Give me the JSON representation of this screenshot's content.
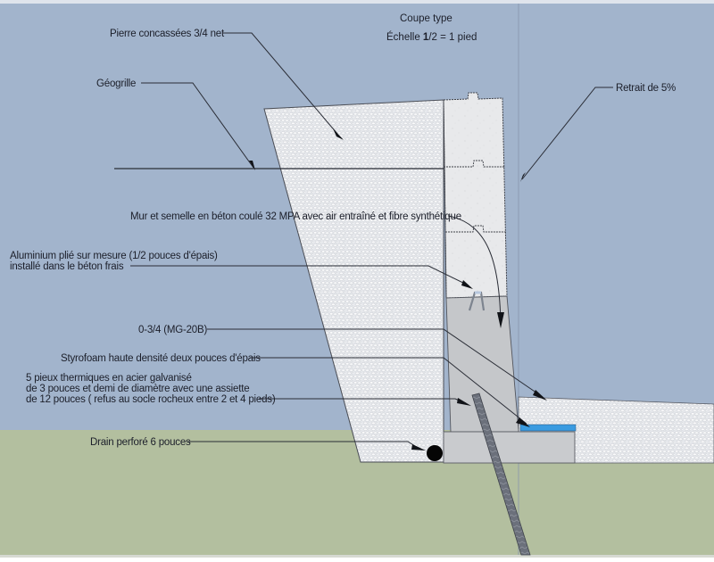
{
  "title": {
    "line1": "Coupe type",
    "scale_prefix": "Échelle ",
    "scale_bold": "1",
    "scale_rest": "/2 = 1 pied"
  },
  "labels": {
    "crushed_stone": "Pierre concassées 3/4 net",
    "geogrid": "Géogrille",
    "setback": "Retrait de 5%",
    "wall_footing": "Mur et semelle en béton coulé 32 MPA avec air entraîné et fibre synthétique",
    "aluminium_line1": "Aluminium plié sur mesure (1/2 pouces d'épais)",
    "aluminium_line2": "installé dans le béton frais",
    "fill_mg20b": "0-3/4 (MG-20B)",
    "styrofoam": "Styrofoam haute densité deux pouces d'épais",
    "piles_line1": "5 pieux thermiques en acier galvanisé",
    "piles_line2": "de 3 pouces et demi de diamètre avec une assiette",
    "piles_line3": "de 12 pouces ( refus au socle rocheux entre 2 et 4 pieds)",
    "drain": "Drain perforé 6 pouces"
  },
  "colors": {
    "sky": "#a2b4cc",
    "ground": "#b3bf9f",
    "gravel": "#e4e6ea",
    "concrete_block": "#e7e8ea",
    "concrete_base": "#c9cbce",
    "styrofoam": "#3a9be0",
    "pile": "#6a6f7a",
    "drain": "#050505",
    "line": "#2a2d36"
  }
}
